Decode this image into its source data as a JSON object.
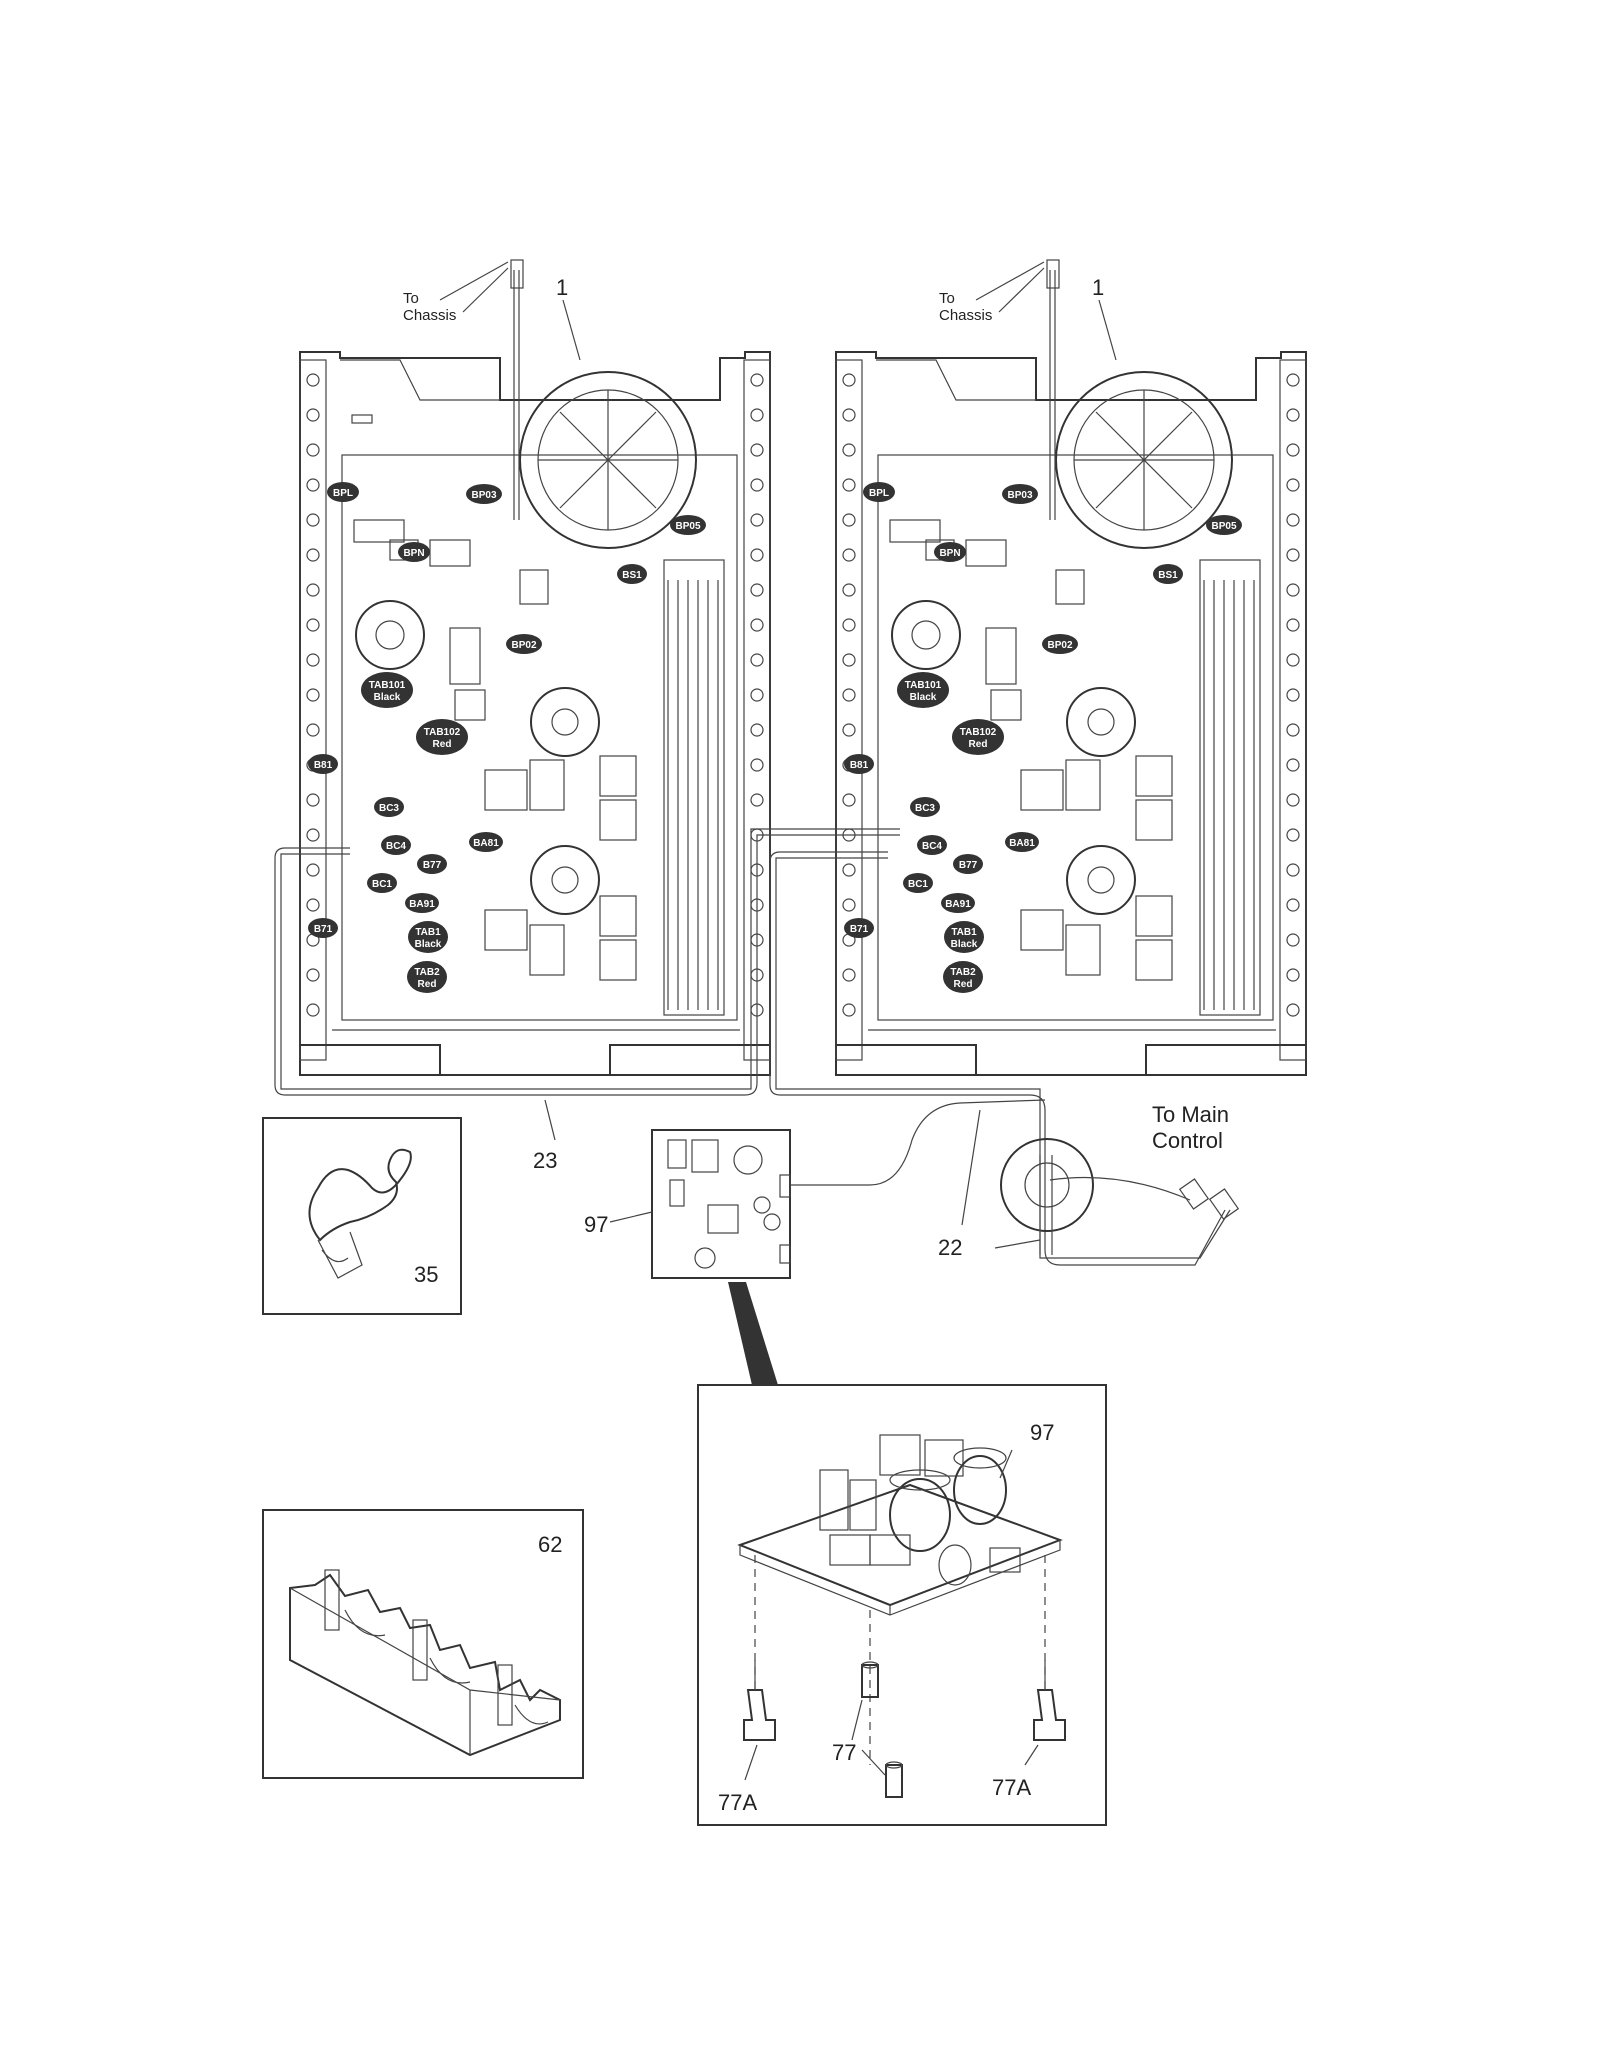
{
  "labels": {
    "to_chassis_1": "To",
    "to_chassis_2": "Chassis",
    "to_main_control_1": "To Main",
    "to_main_control_2": "Control",
    "part_1": "1",
    "part_23": "23",
    "part_22": "22",
    "part_35": "35",
    "part_62": "62",
    "part_97": "97",
    "part_77": "77",
    "part_77a": "77A"
  },
  "board_tags": {
    "bpl": "BPL",
    "bp03": "BP03",
    "bpn": "BPN",
    "bp05": "BP05",
    "bs1": "BS1",
    "bp02": "BP02",
    "tab101_a": "TAB101",
    "tab101_b": "Black",
    "tab102_a": "TAB102",
    "tab102_b": "Red",
    "b81": "B81",
    "bc3": "BC3",
    "bc4": "BC4",
    "ba81": "BA81",
    "b77": "B77",
    "bc1": "BC1",
    "ba91": "BA91",
    "b71": "B71",
    "tab1_a": "TAB1",
    "tab1_b": "Black",
    "tab2_a": "TAB2",
    "tab2_b": "Red"
  }
}
